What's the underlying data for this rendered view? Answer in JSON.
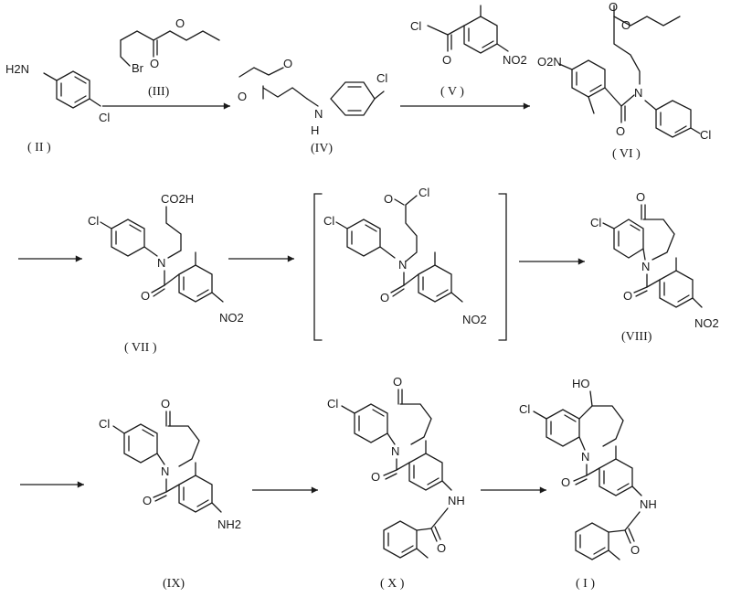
{
  "compounds": {
    "II": {
      "label": "( II )",
      "atoms": {
        "nh2": "H2N",
        "cl": "Cl"
      }
    },
    "III": {
      "label": "(III)",
      "atoms": {
        "o1": "O",
        "o2": "O",
        "br": "Br"
      }
    },
    "IV": {
      "label": "(IV)",
      "atoms": {
        "o1": "O",
        "o2": "O",
        "n": "N",
        "h": "H",
        "cl": "Cl"
      }
    },
    "V": {
      "label": "( V )",
      "atoms": {
        "cl": "Cl",
        "o": "O",
        "no2": "NO2"
      }
    },
    "VI": {
      "label": "( VI )",
      "atoms": {
        "o1": "O",
        "o2": "O",
        "no2": "O2N",
        "n": "N",
        "o3": "O",
        "cl": "Cl"
      }
    },
    "VII": {
      "label": "( VII )",
      "atoms": {
        "co2h": "CO2H",
        "cl": "Cl",
        "n": "N",
        "o": "O",
        "no2": "NO2"
      }
    },
    "intermediate": {
      "atoms": {
        "o1": "O",
        "cl1": "Cl",
        "cl2": "Cl",
        "n": "N",
        "o2": "O",
        "no2": "NO2"
      }
    },
    "VIII": {
      "label": "(VIII)",
      "atoms": {
        "o1": "O",
        "cl": "Cl",
        "n": "N",
        "o2": "O",
        "no2": "NO2"
      }
    },
    "IX": {
      "label": "(IX)",
      "atoms": {
        "o1": "O",
        "cl": "Cl",
        "n": "N",
        "o2": "O",
        "nh2": "NH2"
      }
    },
    "X": {
      "label": "( X )",
      "atoms": {
        "o1": "O",
        "cl": "Cl",
        "n": "N",
        "o2": "O",
        "nh": "NH",
        "o3": "O"
      }
    },
    "I": {
      "label": "( I )",
      "atoms": {
        "ho": "HO",
        "cl": "Cl",
        "n": "N",
        "o2": "O",
        "nh": "NH",
        "o3": "O"
      }
    }
  }
}
